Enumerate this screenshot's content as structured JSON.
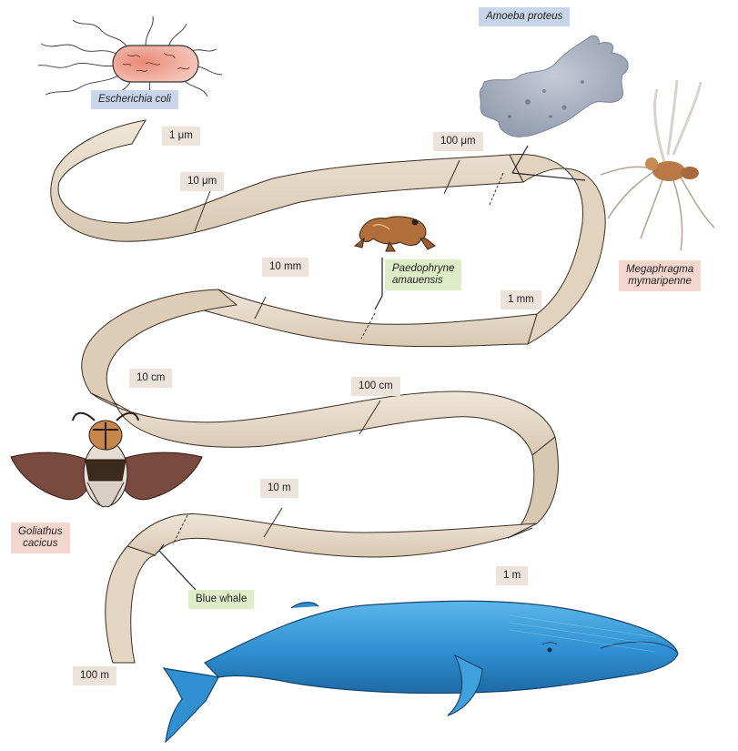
{
  "scale_labels": {
    "l_1um": "1 μm",
    "l_10um": "10 μm",
    "l_100um": "100 μm",
    "l_1mm": "1 mm",
    "l_10mm": "10 mm",
    "l_10cm": "10 cm",
    "l_100cm": "100 cm",
    "l_1m": "1 m",
    "l_10m": "10 m",
    "l_100m": "100 m"
  },
  "organisms": {
    "ecoli": "Escherichia coli",
    "amoeba": "Amoeba proteus",
    "megaphragma_1": "Megaphragma",
    "megaphragma_2": "mymaripenne",
    "paedophryne_1": "Paedophryne",
    "paedophryne_2": "amauensis",
    "goliathus_1": "Goliathus",
    "goliathus_2": "cacicus",
    "whale": "Blue whale"
  },
  "colors": {
    "ribbon": "#e6d9c7",
    "ribbon_edge": "#3a2f24",
    "scale_tag": "#ece3da",
    "tag_blue": "#c9d5ea",
    "tag_pink": "#f3d6ce",
    "tag_green": "#dfecc8",
    "whale_body": "#2f8fd0"
  }
}
